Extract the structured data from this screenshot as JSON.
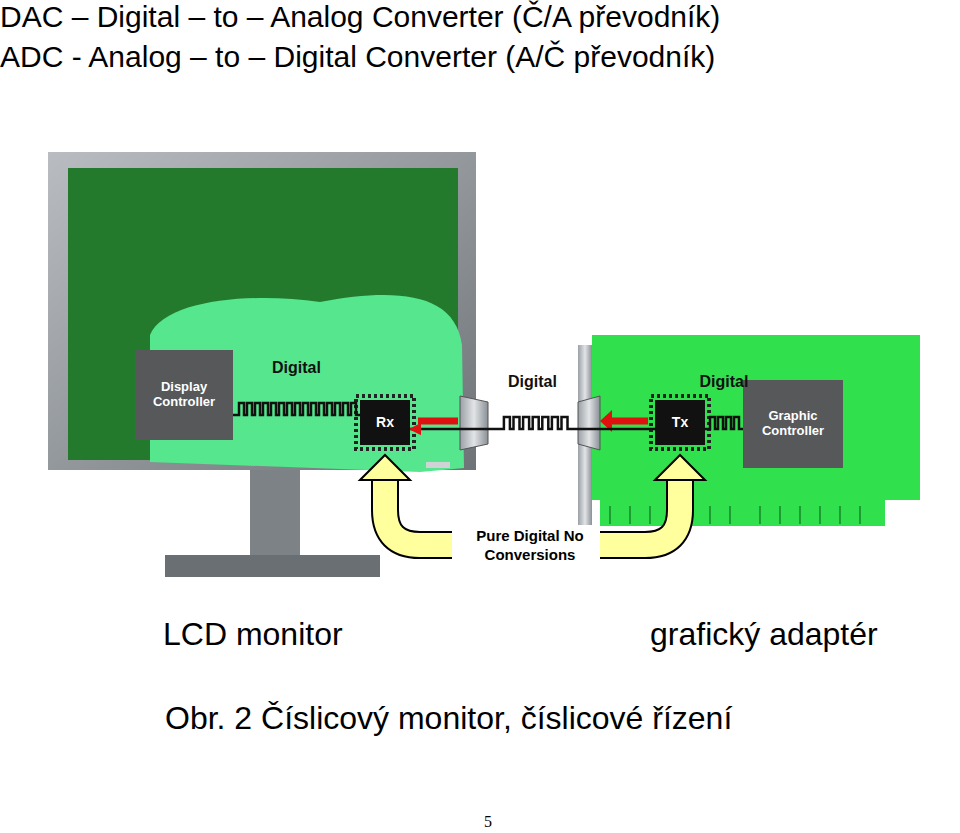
{
  "diagram": {
    "title": "DAC – Digital – to – Analog Converter (Č/A převodník)",
    "caption": "Obr. 2 Číslicový monitor, číslicové řízení",
    "nodes": [
      {
        "text": [
          "Display Controller"
        ]
      },
      {
        "text": [
          "Rx"
        ]
      },
      {
        "text": [
          "Tx"
        ]
      },
      {
        "text": [
          "Graphic Controller"
        ]
      }
    ],
    "edges": [
      {
        "from": 3,
        "to": 2,
        "arrow": "none",
        "label": "Digital"
      },
      {
        "from": 2,
        "to": 1,
        "arrow": "to",
        "label": "Digital"
      },
      {
        "from": 1,
        "to": 0,
        "arrow": "none",
        "label": "Digital"
      }
    ],
    "labels": [
      "ADC - Analog – to – Digital Converter (A/Č převodník)",
      "Pure Digital No Conversions",
      "LCD monitor",
      "grafický adaptér",
      "5"
    ]
  }
}
